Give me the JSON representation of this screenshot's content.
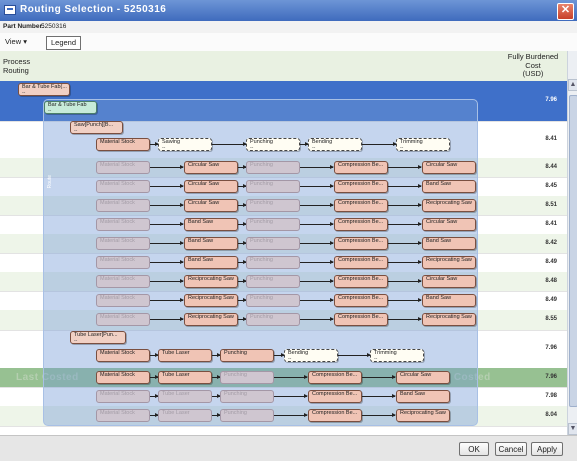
{
  "window": {
    "title": "Routing Selection - 5250316"
  },
  "part": {
    "label": "Part Number:",
    "value": "5250316"
  },
  "toolbar": {
    "view_label": "View ▾",
    "legend_label": "Legend"
  },
  "header": {
    "process_line1": "Process",
    "process_line2": "Routing",
    "cost_line1": "Fully Burdened",
    "cost_line2": "Cost",
    "cost_line3": "(USD)"
  },
  "nodes": {
    "root": {
      "label": "Bar & Tube Fab(...",
      "sub": "--"
    },
    "group": {
      "label": "Bar & Tube Fab",
      "sub": "--",
      "panel_label": "Route"
    },
    "saw_route": {
      "label": "Saw[Punch][B...",
      "sub": "--"
    },
    "laser_route": {
      "label": "Tube Laser[Pun...",
      "sub": "--"
    },
    "material_stock": "Material Stock",
    "sawing": "Sawing",
    "punching": "Punching",
    "bending": "Bending",
    "trimming": "Trimming",
    "circular_saw": "Circular Saw",
    "band_saw": "Band Saw",
    "reciprocating_saw": "Reciprocating Saw",
    "compression": "Compression Be...",
    "tube_laser": "Tube Laser",
    "dash": "--"
  },
  "costs": {
    "root": "7.96",
    "saw_route": "8.41",
    "r1": "8.44",
    "r2": "8.45",
    "r3": "8.51",
    "r4": "8.41",
    "r5": "8.42",
    "r6": "8.49",
    "r7": "8.48",
    "r8": "8.49",
    "r9": "8.55",
    "laser_route": "7.96",
    "l1": "7.96",
    "l2": "7.98",
    "l3": "8.04"
  },
  "watermark": {
    "left": "Last Costed",
    "right": "Last Costed"
  },
  "footer": {
    "ok": "OK",
    "cancel": "Cancel",
    "apply": "Apply"
  },
  "colors": {
    "title_bar": "#3f6bbd",
    "selected_row": "#3f70c9",
    "last_costed_row": "#97c192",
    "node_fill": "#f0c4b5"
  }
}
